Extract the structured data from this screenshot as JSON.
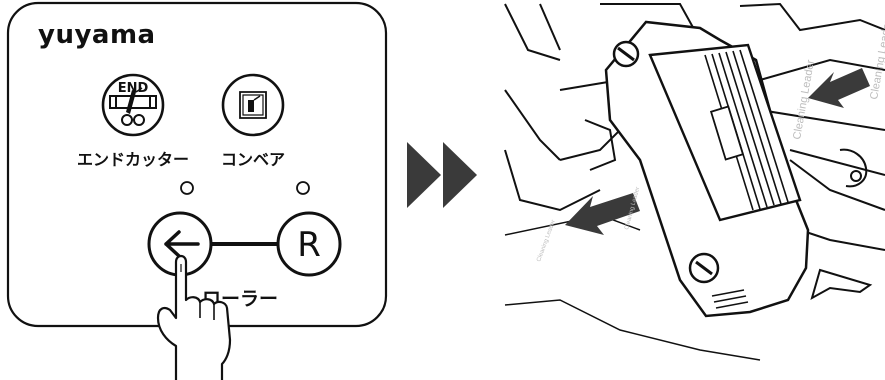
{
  "panel": {
    "brand": "yuyama",
    "end_cutter_label": "エンドカッター",
    "end_icon_text": "END",
    "conveyor_label": "コンベア",
    "roller_label": "ローラー",
    "roller_right_key": "R"
  },
  "machine": {
    "cleaning_leader_right": "Cleaning Leader",
    "cleaning_leader_left": "Cleaning Leader"
  },
  "colors": {
    "ink": "#111111",
    "arrow": "#3a3a3a",
    "faint": "#bdbdbd"
  },
  "icons": [
    "end-cutter-icon",
    "conveyor-icon",
    "left-arrow-icon",
    "hand-pointer-icon",
    "double-arrow-right-icon"
  ]
}
